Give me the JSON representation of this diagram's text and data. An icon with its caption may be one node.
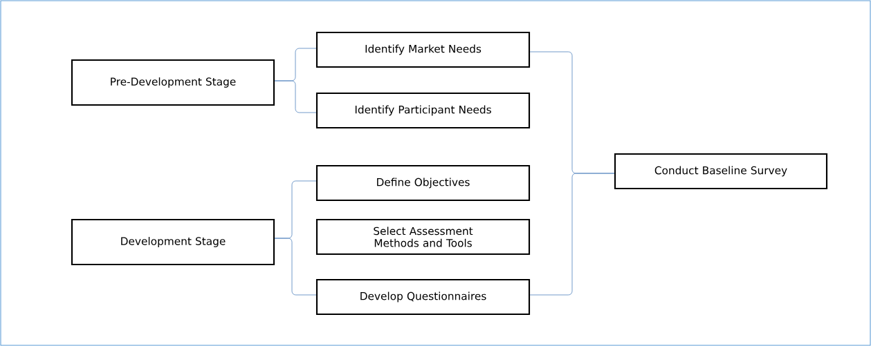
{
  "diagram": {
    "nodes": [
      {
        "text": [
          "Pre-Development Stage"
        ]
      },
      {
        "text": [
          "Identify Market Needs"
        ]
      },
      {
        "text": [
          "Identify Participant Needs"
        ]
      },
      {
        "text": [
          "Development Stage"
        ]
      },
      {
        "text": [
          "Define Objectives"
        ]
      },
      {
        "text": [
          "Select Assessment Methods and Tools"
        ]
      },
      {
        "text": [
          "Develop Questionnaires"
        ]
      },
      {
        "text": [
          "Conduct Baseline Survey"
        ]
      }
    ],
    "edges": [
      {
        "from": 0,
        "to": 1,
        "arrow": "none"
      },
      {
        "from": 0,
        "to": 2,
        "arrow": "none"
      },
      {
        "from": 3,
        "to": 4,
        "arrow": "none"
      },
      {
        "from": 3,
        "to": 6,
        "arrow": "none"
      },
      {
        "from": 1,
        "to": 7,
        "arrow": "none"
      },
      {
        "from": 6,
        "to": 7,
        "arrow": "none"
      }
    ]
  }
}
